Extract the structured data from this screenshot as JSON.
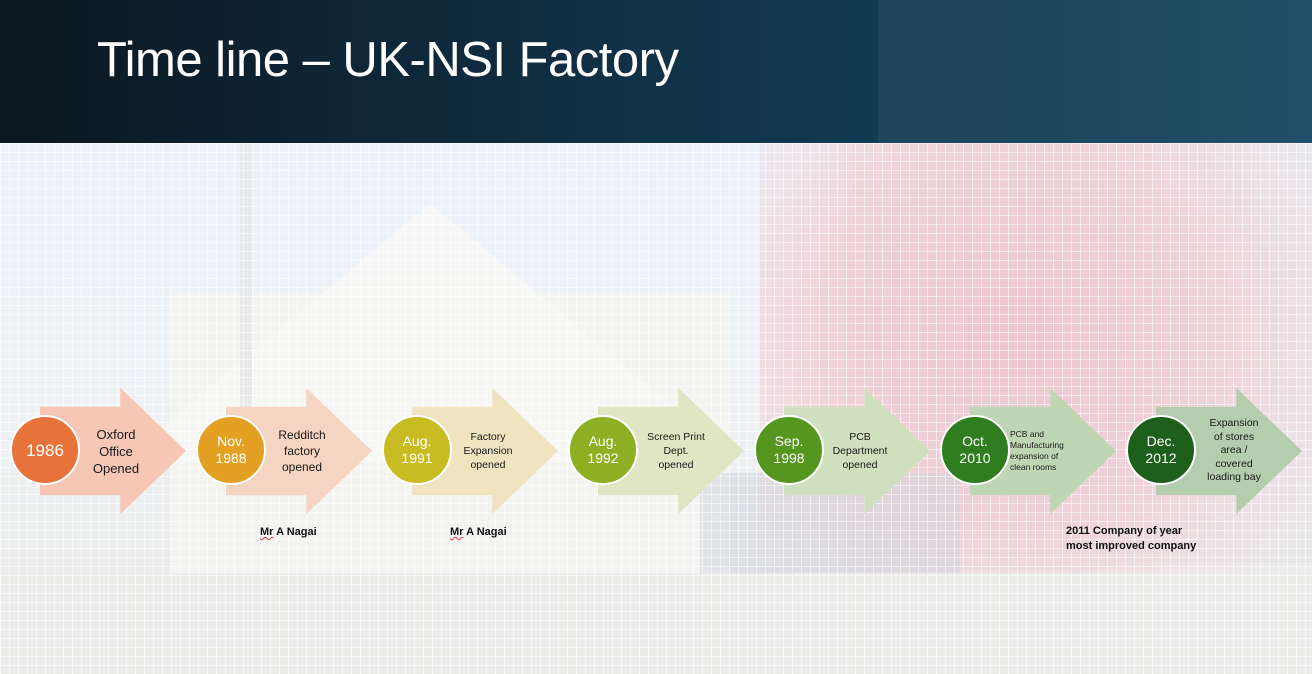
{
  "title": "Time line – UK-NSI Factory",
  "milestones": [
    {
      "date": "1986",
      "label": "Oxford\nOffice\nOpened",
      "color": "#E8733A",
      "arrow": "#F6C7B4"
    },
    {
      "date": "Nov.\n1988",
      "label": "Redditch\nfactory\nopened",
      "color": "#E4A023",
      "arrow": "#F5D4C2"
    },
    {
      "date": "Aug.\n1991",
      "label": "Factory\nExpansion\nopened",
      "color": "#C9BC22",
      "arrow": "#EFE3C0"
    },
    {
      "date": "Aug.\n1992",
      "label": "Screen Print\nDept.\nopened",
      "color": "#8DB022",
      "arrow": "#E0E6C4"
    },
    {
      "date": "Sep.\n1998",
      "label": "PCB\nDepartment\nopened",
      "color": "#55961F",
      "arrow": "#CFE0BE"
    },
    {
      "date": "Oct.\n2010",
      "label": "PCB and\nManufacturing\nexpansion of\nclean rooms",
      "color": "#2E7D1E",
      "arrow": "#BFD6B4"
    },
    {
      "date": "Dec.\n2012",
      "label": "Expansion\nof stores\narea /\ncovered\nloading bay",
      "color": "#1E5F1B",
      "arrow": "#B4CDAE"
    }
  ],
  "notes": [
    {
      "prefix": "Mr",
      "name": " A Nagai"
    },
    {
      "prefix": "Mr",
      "name": " A Nagai"
    },
    {
      "text": "2011 Company of year\nmost improved company"
    }
  ]
}
